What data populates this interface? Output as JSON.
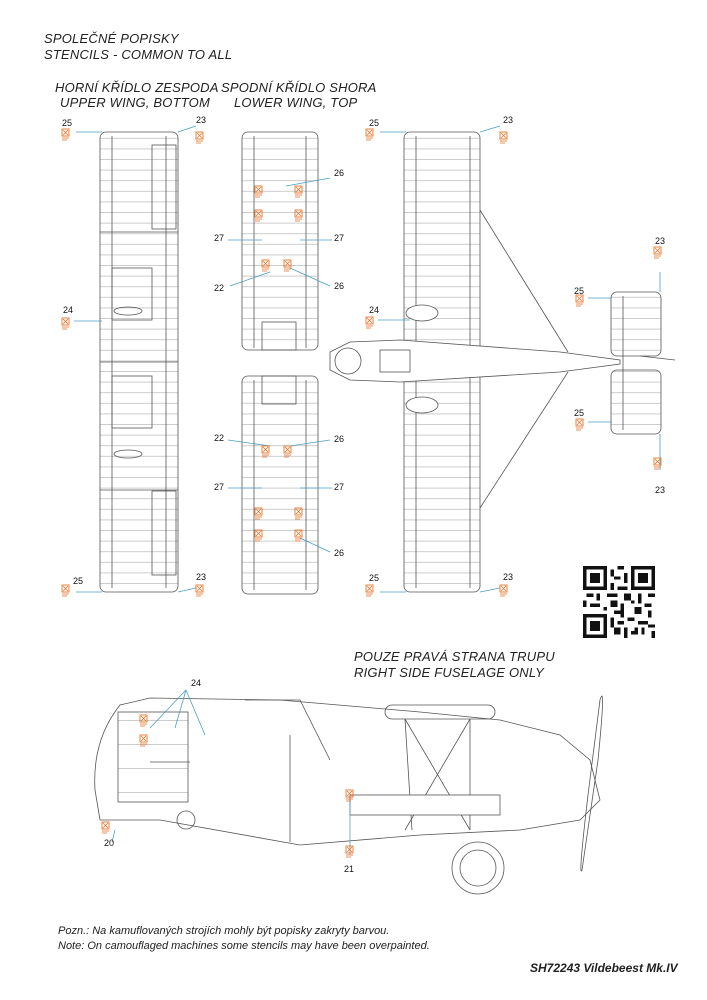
{
  "header": {
    "title_cz": "SPOLEČNÉ POPISKY",
    "title_en": "STENCILS - COMMON TO ALL"
  },
  "views": {
    "upper_wing_bottom": {
      "cz": "HORNÍ KŘÍDLO ZESPODA",
      "en": "UPPER WING, BOTTOM"
    },
    "lower_wing_top": {
      "cz": "SPODNÍ KŘÍDLO SHORA",
      "en": "LOWER WING, TOP"
    },
    "fuselage_right": {
      "cz": "POUZE PRAVÁ STRANA TRUPU",
      "en": "RIGHT SIDE FUSELAGE ONLY"
    }
  },
  "stencil_numbers": {
    "uw_tl": "25",
    "uw_tr": "23",
    "uw_mid": "24",
    "uw_bl": "25",
    "uw_br": "23",
    "lw1_26a": "26",
    "lw1_27l": "27",
    "lw1_27r": "27",
    "lw1_22": "22",
    "lw1_26b": "26",
    "lw2_22": "22",
    "lw2_26a": "26",
    "lw2_27l": "27",
    "lw2_27r": "27",
    "lw2_26b": "26",
    "pl_tl": "25",
    "pl_tr": "23",
    "pl_24": "24",
    "pl_bl": "25",
    "pl_br": "23",
    "tail_23t": "23",
    "tail_25t": "25",
    "tail_25b": "25",
    "tail_23b": "23",
    "fus_24": "24",
    "fus_20": "20",
    "fus_21": "21"
  },
  "notes": {
    "cz": "Pozn.: Na kamuflovaných strojích mohly být popisky zakryty barvou.",
    "en": "Note: On camouflaged machines some stencils may have been overpainted."
  },
  "product_code": "SH72243 Vildebeest Mk.IV",
  "colors": {
    "line": "#555555",
    "stencil": "#e8742a",
    "leader": "#4a9fc4"
  }
}
